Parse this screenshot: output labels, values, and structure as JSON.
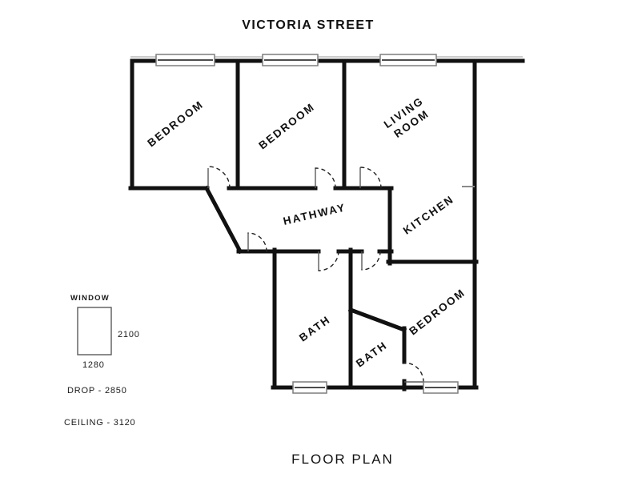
{
  "title": "VICTORIA STREET",
  "footer": "FLOOR PLAN",
  "rooms": {
    "bedroom1": "BEDROOM",
    "bedroom2": "BEDROOM",
    "living_line1": "LIVING",
    "living_line2": "ROOM",
    "kitchen": "KITCHEN",
    "hallway": "HATHWAY",
    "bath1": "BATH",
    "bath2": "BATH",
    "bedroom3": "BEDROOM"
  },
  "legend": {
    "window_label": "WINDOW",
    "window_height": "2100",
    "window_width": "1280",
    "drop": "DROP - 2850",
    "ceiling": "CEILING - 3120"
  },
  "colors": {
    "wall": "#111111",
    "window_stroke": "#7d7d7d",
    "door_arc": "#222222",
    "background": "#ffffff"
  }
}
